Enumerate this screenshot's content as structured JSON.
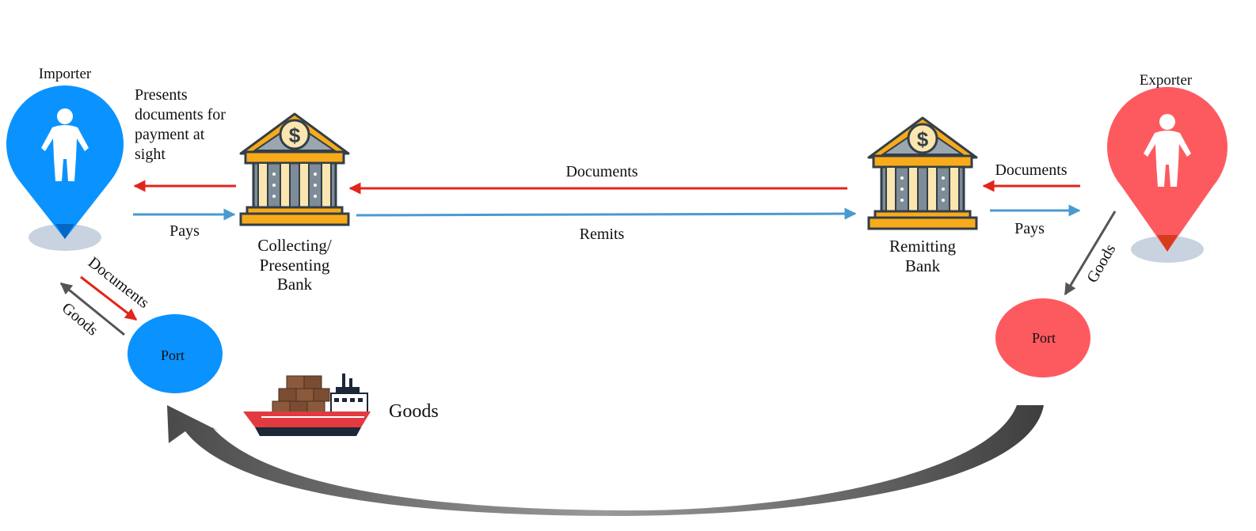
{
  "colors": {
    "importer": "#0a93ff",
    "exporter": "#fd5a5f",
    "documents_arrow": "#e3241b",
    "payment_arrow": "#4a9ad0",
    "goods_arrow": "#555555",
    "bank_gold": "#f7ab1b",
    "bank_gray": "#7e8c98",
    "bank_outline": "#333e48",
    "ship_red": "#e23a40"
  },
  "parties": {
    "importer": {
      "label": "Importer",
      "icon": "person-pin-icon"
    },
    "exporter": {
      "label": "Exporter",
      "icon": "person-pin-icon"
    }
  },
  "banks": {
    "collecting": {
      "label_lines": [
        "Collecting/",
        "Presenting",
        "Bank"
      ],
      "icon": "bank-icon"
    },
    "remitting": {
      "label_lines": [
        "Remitting",
        "Bank"
      ],
      "icon": "bank-icon"
    }
  },
  "ports": {
    "importer_port": {
      "label": "Port"
    },
    "exporter_port": {
      "label": "Port"
    }
  },
  "flows": {
    "presents_lines": [
      "Presents",
      "documents for",
      "payment at",
      "sight"
    ],
    "importer_pays": "Pays",
    "documents_center": "Documents",
    "remits": "Remits",
    "documents_exporter": "Documents",
    "exporter_pays": "Pays",
    "exporter_goods": "Goods",
    "importer_documents": "Documents",
    "importer_goods": "Goods",
    "shipping_goods": "Goods"
  },
  "ship": {
    "icon": "cargo-ship-icon"
  }
}
